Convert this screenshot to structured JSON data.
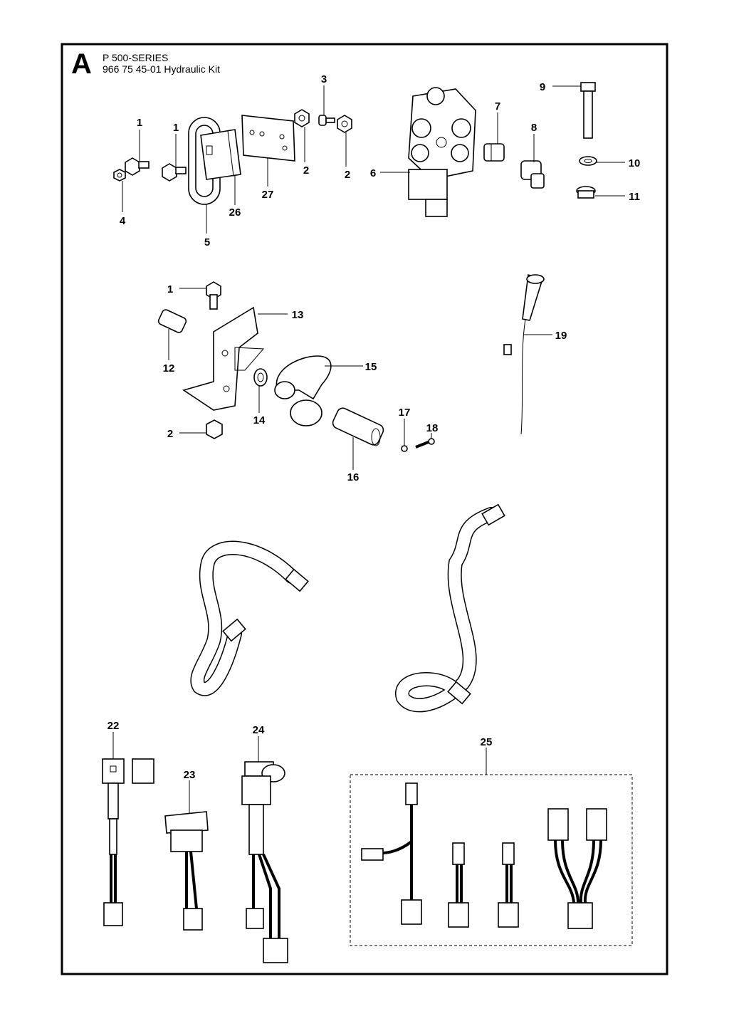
{
  "header": {
    "section_letter": "A",
    "series": "P 500-SERIES",
    "kit_title": "966 75 45-01 Hydraulic Kit"
  },
  "parts": [
    {
      "ref": "1",
      "name": "bolt"
    },
    {
      "ref": "1",
      "name": "bolt"
    },
    {
      "ref": "1",
      "name": "bolt"
    },
    {
      "ref": "2",
      "name": "nut"
    },
    {
      "ref": "2",
      "name": "nut"
    },
    {
      "ref": "2",
      "name": "nut"
    },
    {
      "ref": "3",
      "name": "screw"
    },
    {
      "ref": "4",
      "name": "nut"
    },
    {
      "ref": "5",
      "name": "handle"
    },
    {
      "ref": "6",
      "name": "valve"
    },
    {
      "ref": "7",
      "name": "nipple"
    },
    {
      "ref": "8",
      "name": "elbow"
    },
    {
      "ref": "9",
      "name": "bolt"
    },
    {
      "ref": "10",
      "name": "washer"
    },
    {
      "ref": "11",
      "name": "nut"
    },
    {
      "ref": "12",
      "name": "nipple"
    },
    {
      "ref": "13",
      "name": "bracket"
    },
    {
      "ref": "14",
      "name": "washer"
    },
    {
      "ref": "15",
      "name": "dust-cap"
    },
    {
      "ref": "16",
      "name": "quick-coupling"
    },
    {
      "ref": "17",
      "name": "nut"
    },
    {
      "ref": "18",
      "name": "screw"
    },
    {
      "ref": "19",
      "name": "lever"
    },
    {
      "ref": "22",
      "name": "cable"
    },
    {
      "ref": "23",
      "name": "switch"
    },
    {
      "ref": "24",
      "name": "socket"
    },
    {
      "ref": "25",
      "name": "cable-harness"
    },
    {
      "ref": "26",
      "name": "bracket"
    },
    {
      "ref": "27",
      "name": "plate"
    }
  ]
}
